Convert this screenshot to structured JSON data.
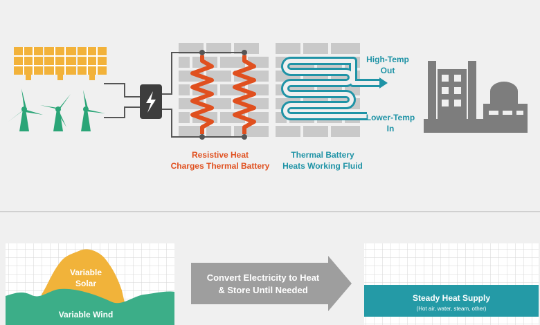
{
  "colors": {
    "background": "#f0f0f0",
    "solar_panel": "#f2b23a",
    "wind_turbine": "#2aa577",
    "heater_coil": "#e0501f",
    "fluid_pipe": "#1f93a6",
    "brick": "#c9c9c9",
    "converter": "#3d3d3d",
    "factory": "#7d7d7d",
    "solar_area": "#f1b33a",
    "wind_area": "#3cae88",
    "arrow": "#9e9e9e",
    "steady_bar": "#249aa6"
  },
  "icons": {
    "solar": "solar-panel-icon",
    "wind": "wind-turbine-icon",
    "converter": "lightning-bolt-icon",
    "factory": "factory-icon"
  },
  "labels": {
    "high_temp_line1": "High-Temp",
    "high_temp_line2": "Out",
    "low_temp_line1": "Lower-Temp",
    "low_temp_line2": "In",
    "resistive_line1": "Resistive Heat",
    "resistive_line2": "Charges Thermal Battery",
    "battery_line1": "Thermal Battery",
    "battery_line2": "Heats Working Fluid"
  },
  "bottom": {
    "variable_solar_line1": "Variable",
    "variable_solar_line2": "Solar",
    "variable_wind": "Variable Wind",
    "convert_line1": "Convert Electricity to Heat",
    "convert_line2": "& Store Until Needed",
    "steady_title": "Steady Heat Supply",
    "steady_sub": "(Hot air, water, steam, other)"
  }
}
